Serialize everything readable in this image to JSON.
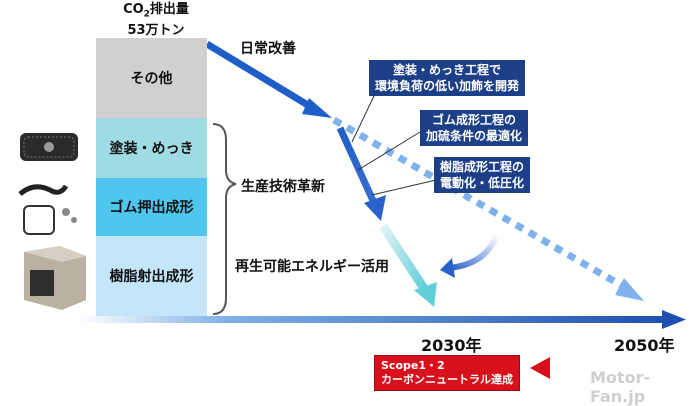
{
  "header": {
    "co2_prefix": "CO",
    "co2_sub": "2",
    "co2_suffix": "排出量",
    "amount": "53万トン"
  },
  "segments": {
    "other": "その他",
    "painting": "塗装・めっき",
    "rubber": "ゴム押出成形",
    "resin": "樹脂射出成形"
  },
  "measures": {
    "daily": "日常改善",
    "tech": "生産技術革新",
    "renewable": "再生可能エネルギー活用"
  },
  "callouts": [
    "塗装・めっき工程で\n環境負荷の低い加飾を開発",
    "ゴム成形工程の\n加硫条件の最適化",
    "樹脂成形工程の\n電動化・低圧化"
  ],
  "years": {
    "y2030": "2030年",
    "y2050": "2050年"
  },
  "goal": {
    "line1": "Scope1・2",
    "line2": "カーボンニュートラル達成"
  },
  "watermark": "Motor-Fan.jp",
  "colors": {
    "arrow": "#1f5ec8",
    "box": "#1d3f88",
    "goal": "#d8101c"
  }
}
